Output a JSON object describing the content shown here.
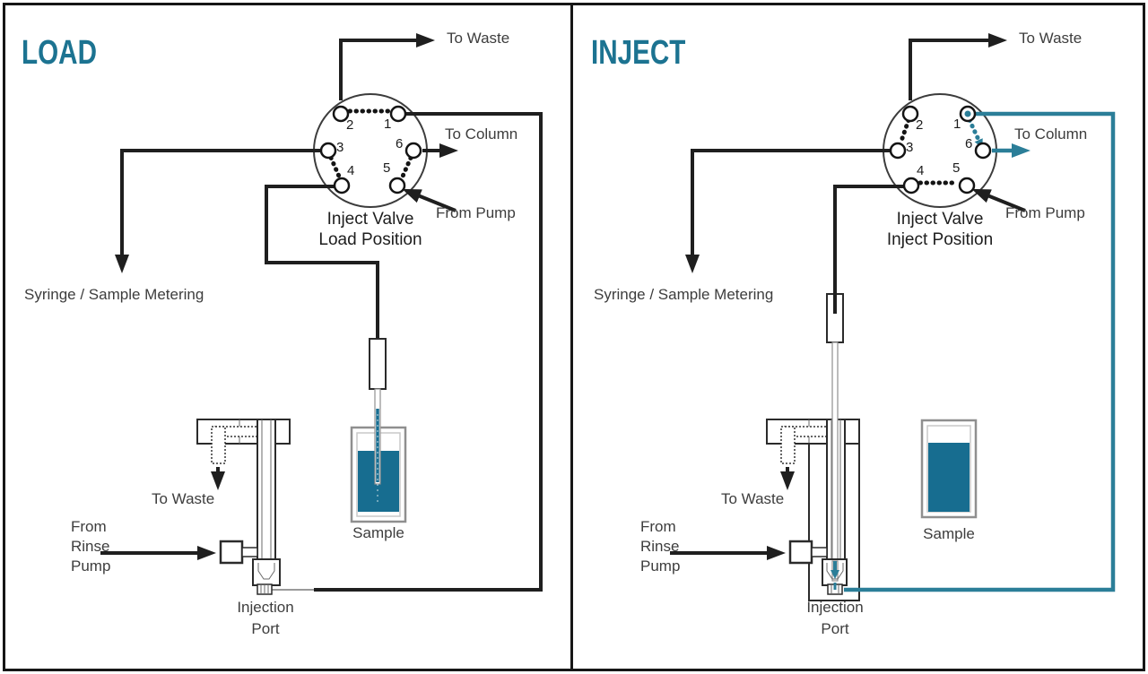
{
  "colors": {
    "accent": "#1c7391",
    "tube": "#2b7e98",
    "liquid": "#176d90",
    "line": "#1f1f1f",
    "gray": "#8f8f8f",
    "text": "#3d3d3d"
  },
  "load": {
    "title": "LOAD",
    "valve": {
      "caption1": "Inject Valve",
      "caption2": "Load Position",
      "port1": "1",
      "port2": "2",
      "port3": "3",
      "port4": "4",
      "port5": "5",
      "port6": "6"
    },
    "to_waste": "To Waste",
    "to_column": "To Column",
    "from_pump": "From Pump",
    "syringe": "Syringe / Sample Metering",
    "port_waste": "To Waste",
    "rinse1": "From",
    "rinse2": "Rinse",
    "rinse3": "Pump",
    "injection1": "Injection",
    "injection2": "Port",
    "sample": "Sample"
  },
  "inject": {
    "title": "INJECT",
    "valve": {
      "caption1": "Inject Valve",
      "caption2": "Inject Position",
      "port1": "1",
      "port2": "2",
      "port3": "3",
      "port4": "4",
      "port5": "5",
      "port6": "6"
    },
    "to_waste": "To Waste",
    "to_column": "To Column",
    "from_pump": "From Pump",
    "syringe": "Syringe / Sample Metering",
    "port_waste": "To Waste",
    "rinse1": "From",
    "rinse2": "Rinse",
    "rinse3": "Pump",
    "injection1": "Injection",
    "injection2": "Port",
    "sample": "Sample"
  }
}
